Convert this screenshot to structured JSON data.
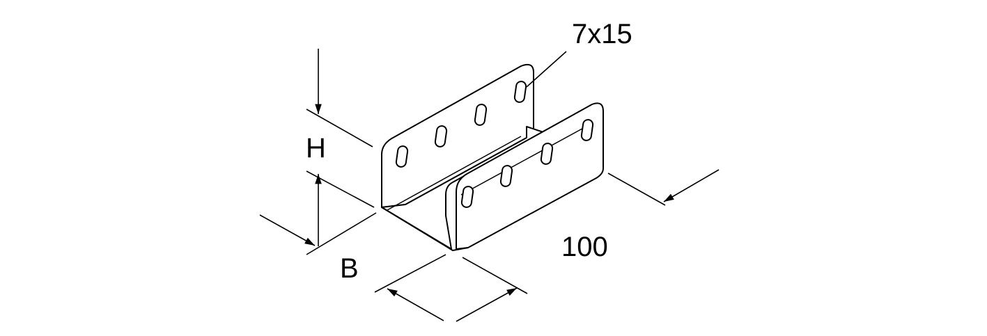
{
  "labels": {
    "slot_size": "7x15",
    "height": "H",
    "width": "B",
    "length": "100"
  },
  "colors": {
    "line": "#000000",
    "background": "#ffffff"
  }
}
